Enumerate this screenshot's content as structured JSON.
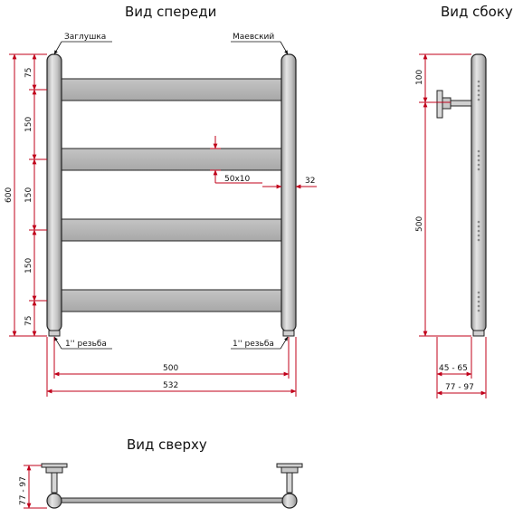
{
  "titles": {
    "front": "Вид спереди",
    "side": "Вид сбоку",
    "top": "Вид сверху"
  },
  "labels": {
    "plug": "Заглушка",
    "mayevsky": "Маевский",
    "thread_left": "1'' резьба",
    "thread_right": "1'' резьба"
  },
  "dimensions": {
    "height_total": "600",
    "seg_top": "75",
    "seg_1": "150",
    "seg_2": "150",
    "seg_3": "150",
    "seg_bottom": "75",
    "bar_profile": "50x10",
    "pipe_diameter": "32",
    "center_distance": "500",
    "overall_width": "532",
    "side_top": "100",
    "side_height": "500",
    "side_offset": "45 - 65",
    "side_depth": "77 - 97",
    "top_depth": "77 - 97"
  },
  "colors": {
    "dimension_line": "#c0001a",
    "bar_fill": "#b4b4b4",
    "pipe_fill": "#c8c8c8",
    "outline": "#222222"
  }
}
